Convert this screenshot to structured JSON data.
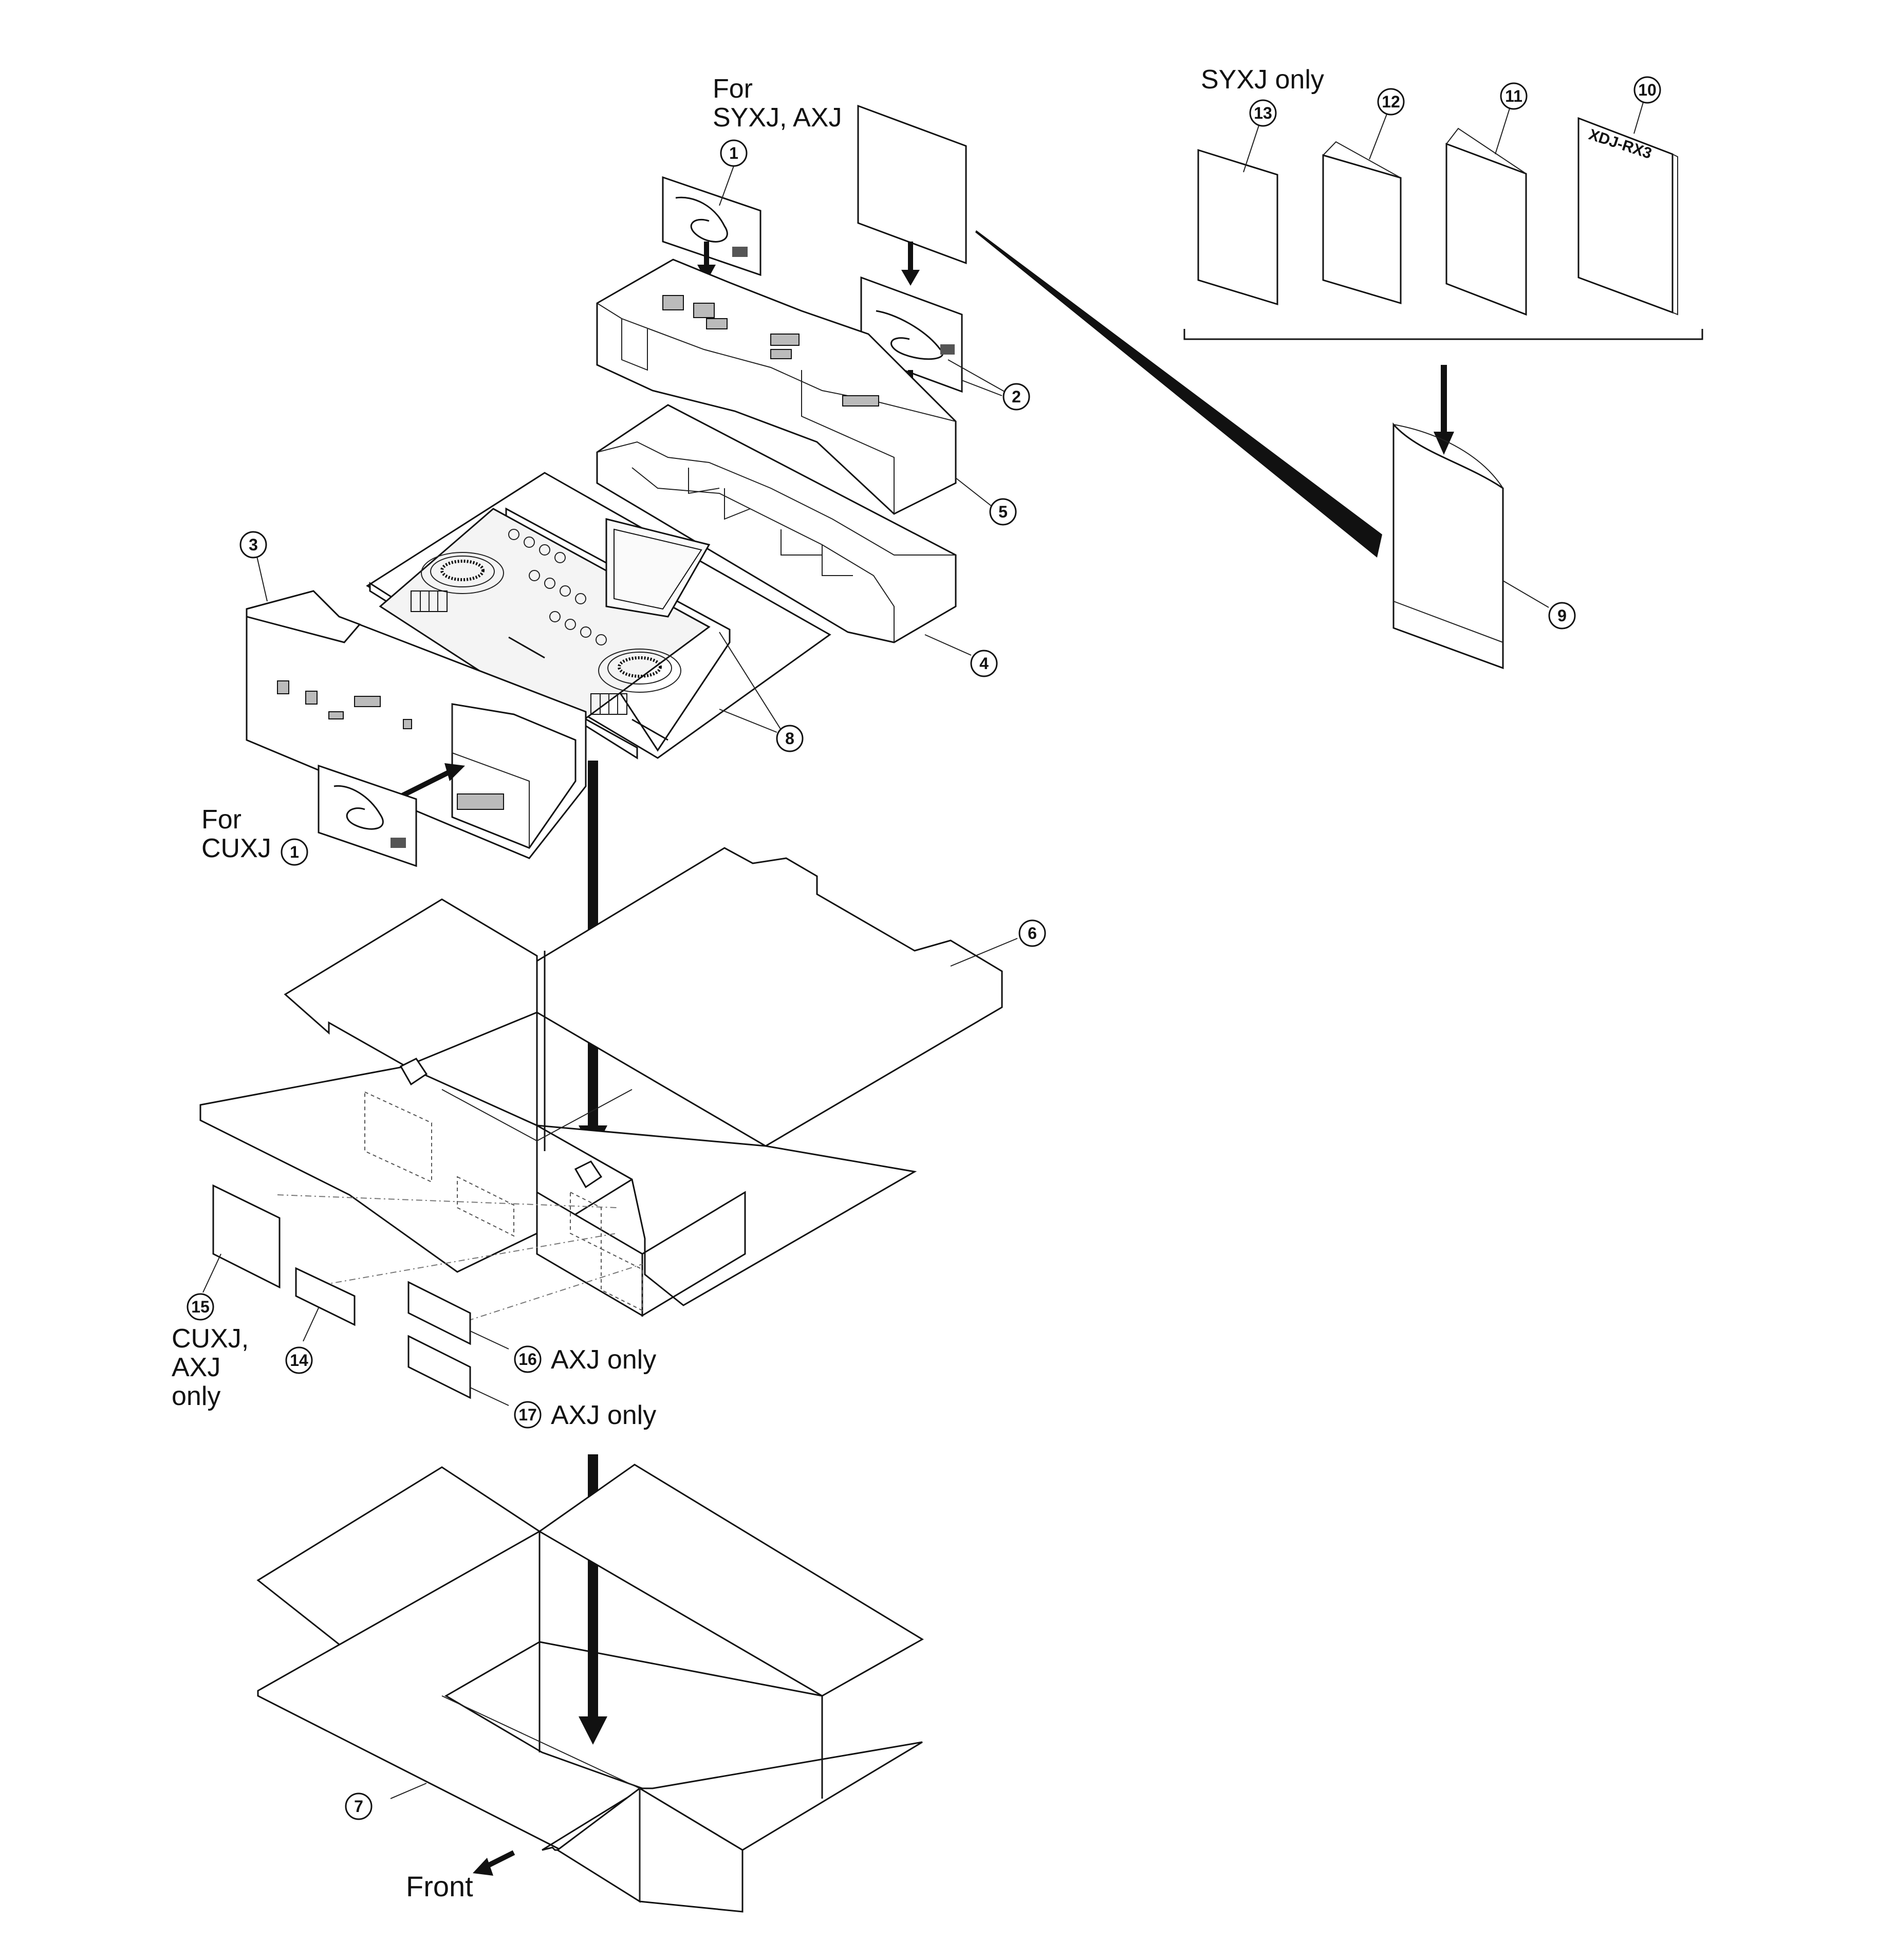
{
  "labels": {
    "for_syxj_axj_line1": "For",
    "for_syxj_axj_line2": "SYXJ, AXJ",
    "for_cuxj_line1": "For",
    "for_cuxj_line2": "CUXJ",
    "syxj_only": "SYXJ only",
    "cuxj_axj_only_line1": "CUXJ,",
    "cuxj_axj_only_line2": "AXJ",
    "cuxj_axj_only_line3": "only",
    "axj_only_16": "AXJ only",
    "axj_only_17": "AXJ only",
    "front": "Front",
    "manual_title": "XDJ-RX3"
  },
  "callouts": {
    "n1a": "1",
    "n1b": "1",
    "n2": "2",
    "n3": "3",
    "n4": "4",
    "n5": "5",
    "n6": "6",
    "n7": "7",
    "n8": "8",
    "n9": "9",
    "n10": "10",
    "n11": "11",
    "n12": "12",
    "n13": "13",
    "n14": "14",
    "n15": "15",
    "n16": "16",
    "n17": "17"
  }
}
